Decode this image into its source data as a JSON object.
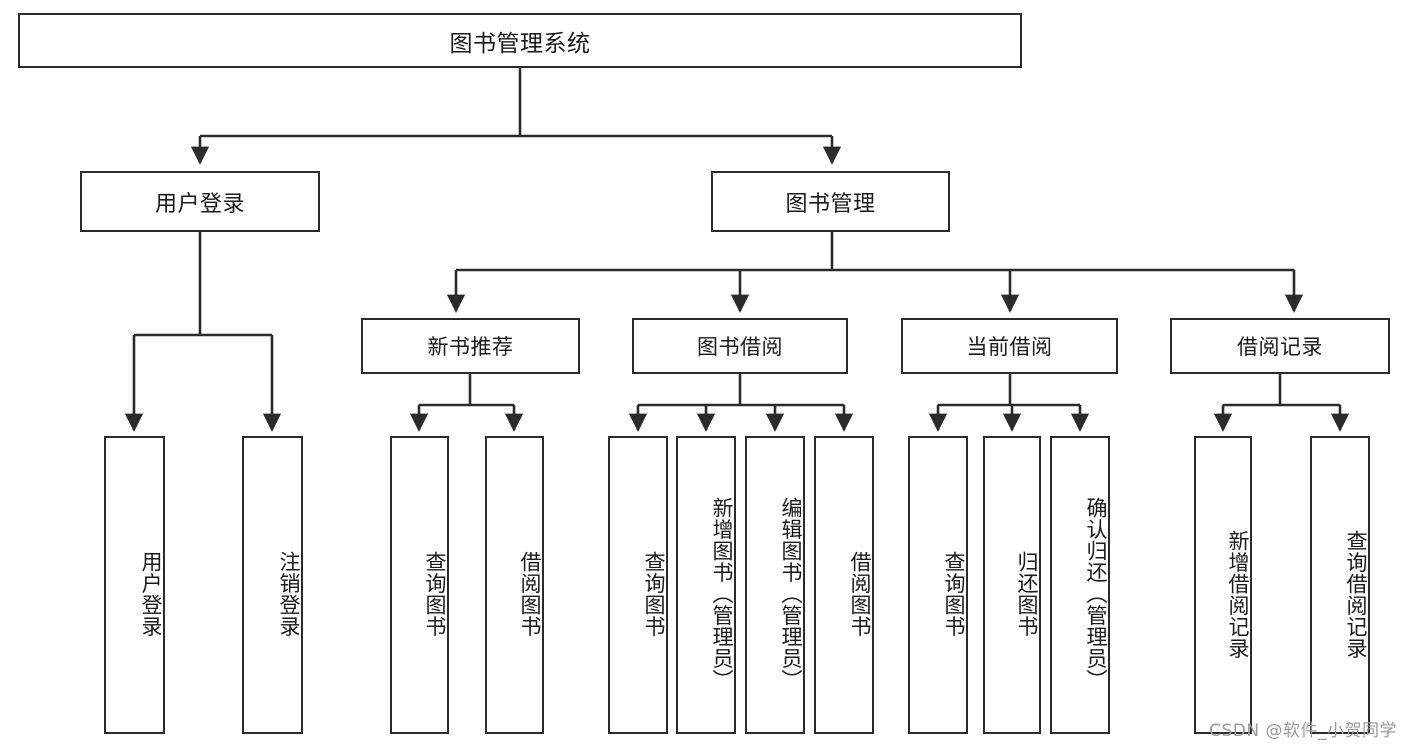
{
  "diagram": {
    "type": "tree-hierarchy",
    "title": "图书管理系统",
    "root": {
      "label": "图书管理系统"
    },
    "level2": [
      {
        "id": "user-login",
        "label": "用户登录"
      },
      {
        "id": "book-management",
        "label": "图书管理"
      }
    ],
    "level3": [
      {
        "id": "new-book-recommend",
        "label": "新书推荐",
        "parent": "book-management"
      },
      {
        "id": "book-borrow",
        "label": "图书借阅",
        "parent": "book-management"
      },
      {
        "id": "current-borrow",
        "label": "当前借阅",
        "parent": "book-management"
      },
      {
        "id": "borrow-record",
        "label": "借阅记录",
        "parent": "book-management"
      }
    ],
    "leaves": [
      {
        "id": "leaf-user-login",
        "label": "用户登录",
        "parent": "user-login"
      },
      {
        "id": "leaf-logout-login",
        "label": "注销登录",
        "parent": "user-login"
      },
      {
        "id": "leaf-query-book-rec",
        "label": "查询图书",
        "parent": "new-book-recommend"
      },
      {
        "id": "leaf-borrow-book-rec",
        "label": "借阅图书",
        "parent": "new-book-recommend"
      },
      {
        "id": "leaf-query-book-borrow",
        "label": "查询图书",
        "parent": "book-borrow"
      },
      {
        "id": "leaf-add-book-admin",
        "label": "新增图书（管理员）",
        "parent": "book-borrow"
      },
      {
        "id": "leaf-edit-book-admin",
        "label": "编辑图书（管理员）",
        "parent": "book-borrow"
      },
      {
        "id": "leaf-borrow-book",
        "label": "借阅图书",
        "parent": "book-borrow"
      },
      {
        "id": "leaf-query-book-current",
        "label": "查询图书",
        "parent": "current-borrow"
      },
      {
        "id": "leaf-return-book",
        "label": "归还图书",
        "parent": "current-borrow"
      },
      {
        "id": "leaf-confirm-return",
        "label": "确认归还（管理员）",
        "parent": "current-borrow"
      },
      {
        "id": "leaf-add-borrow-record",
        "label": "新增借阅记录",
        "parent": "borrow-record"
      },
      {
        "id": "leaf-query-borrow-record",
        "label": "查询借阅记录",
        "parent": "borrow-record"
      }
    ],
    "watermark": "CSDN @软件_小贺同学",
    "colors": {
      "stroke": "#2b2b2b",
      "fill": "#ffffff",
      "text": "#1a1a1a",
      "watermark": "#9a9a9a"
    }
  }
}
